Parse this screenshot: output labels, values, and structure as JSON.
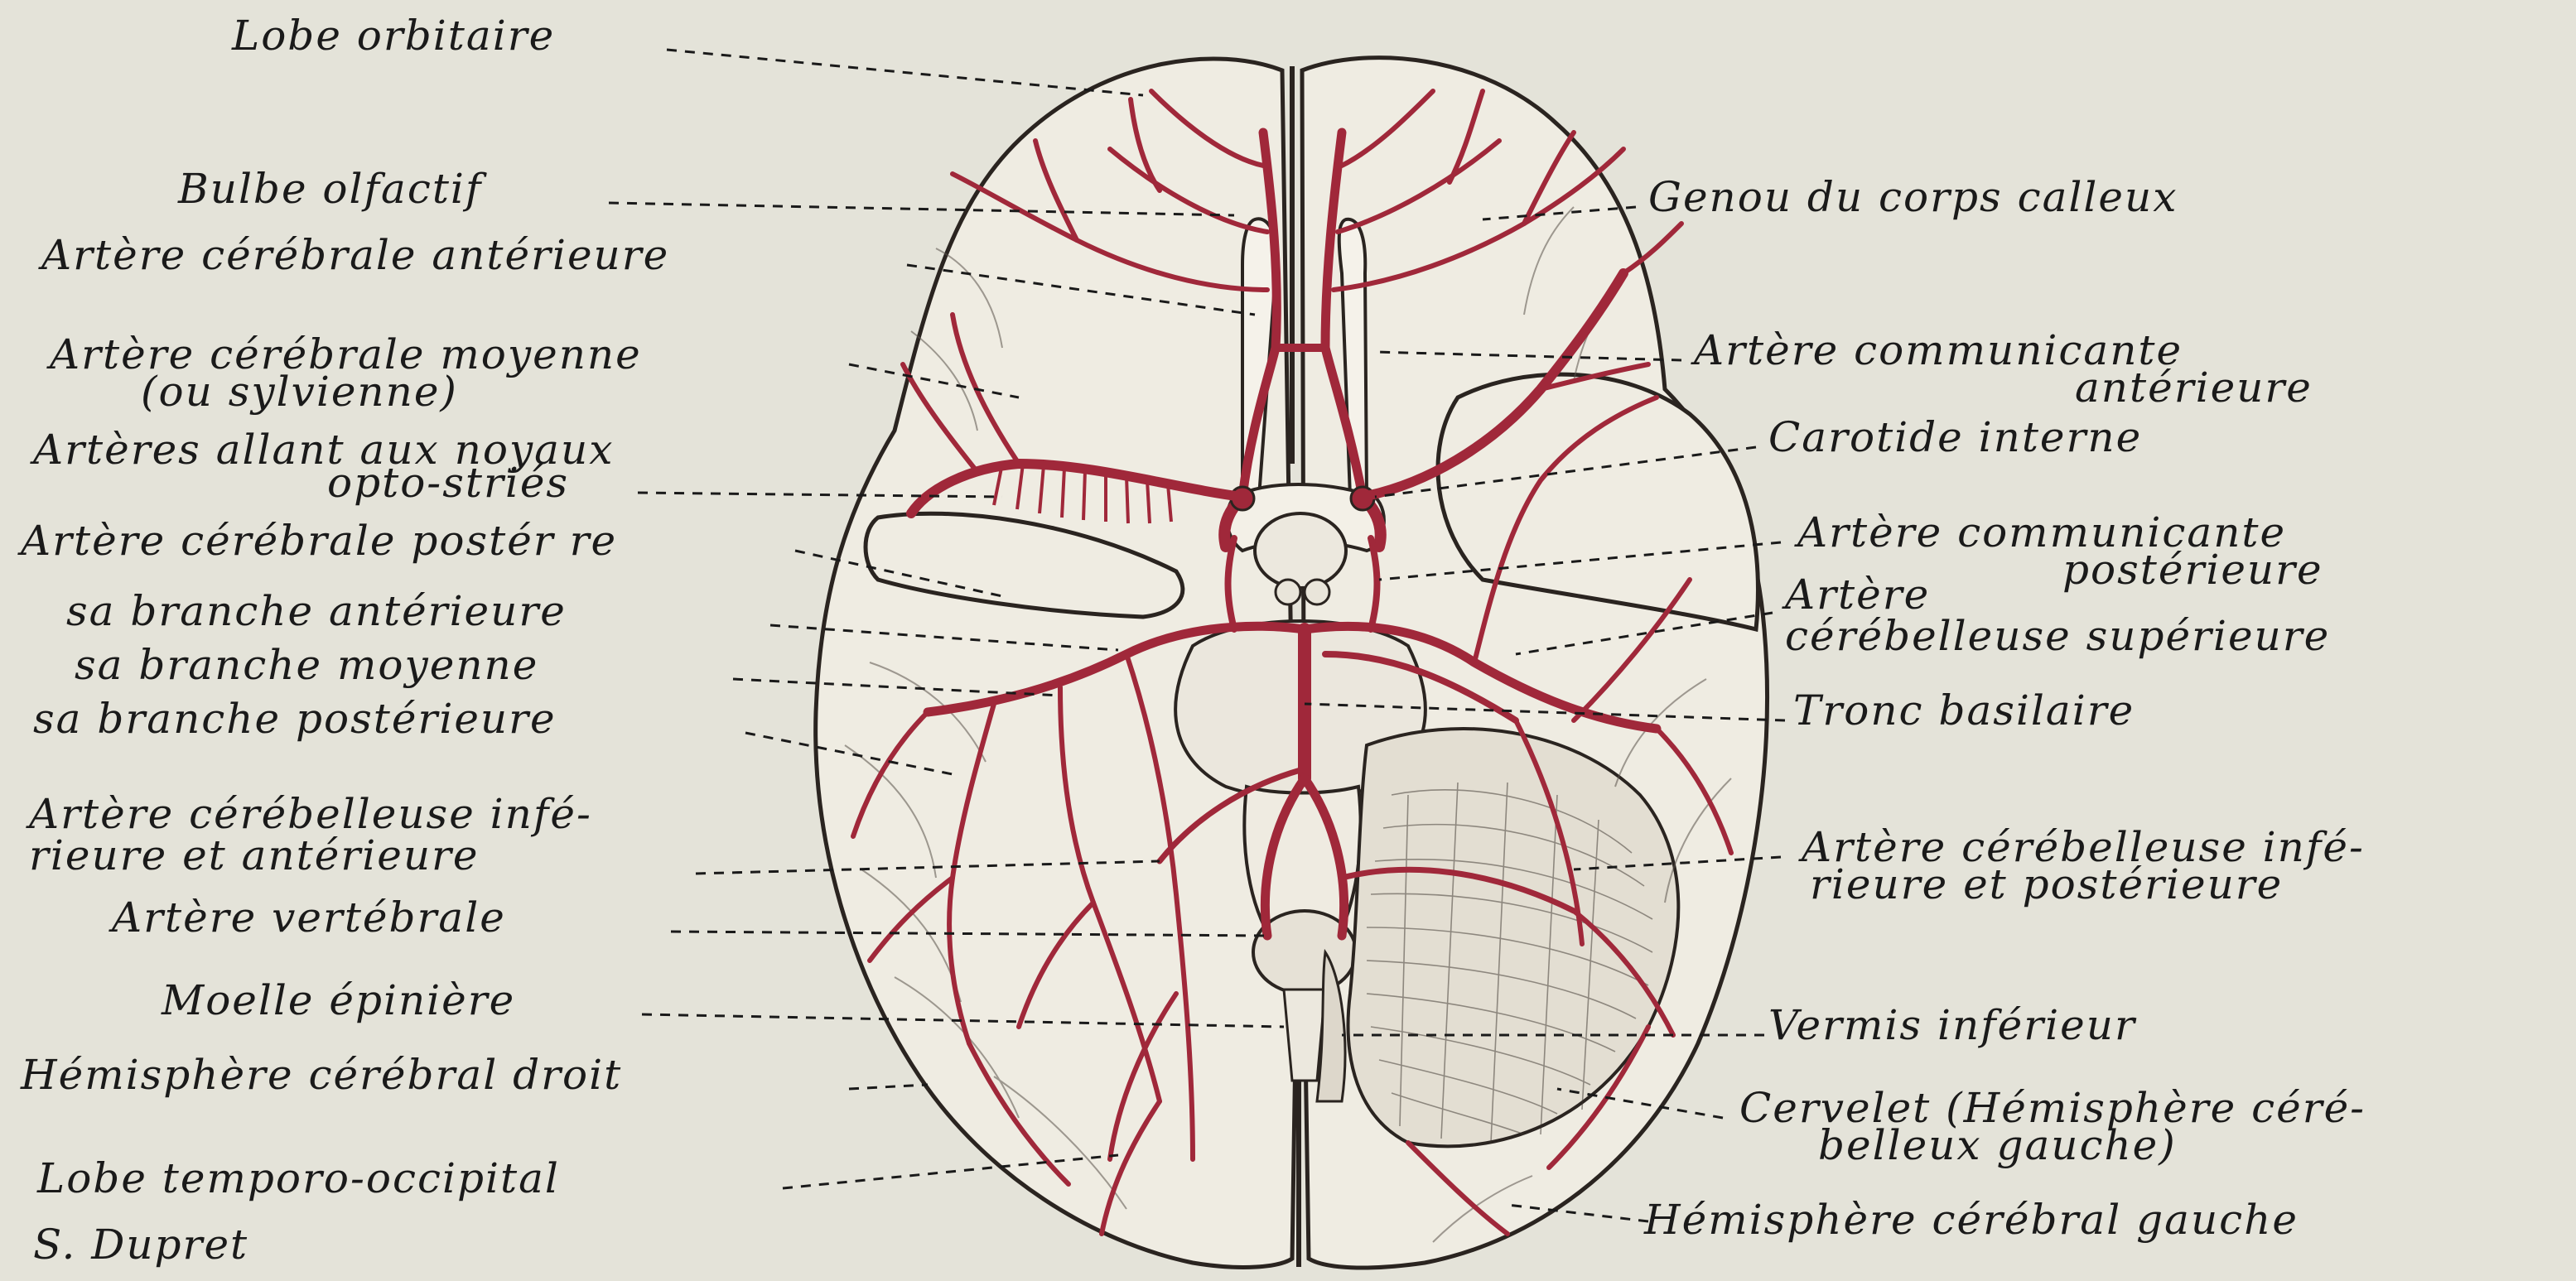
{
  "labels_left": [
    {
      "id": "lobe-orbitaire",
      "text": "Lobe orbitaire"
    },
    {
      "id": "bulbe-olfactif",
      "text": "Bulbe olfactif"
    },
    {
      "id": "artere-cerebrale-anterieure",
      "text": "Artère cérébrale antérieure"
    },
    {
      "id": "artere-cerebrale-moyenne-1",
      "text": "Artère cérébrale moyenne"
    },
    {
      "id": "artere-cerebrale-moyenne-2",
      "text": "(ou sylvienne)"
    },
    {
      "id": "arteres-opto-stries-1",
      "text": "Artères allant aux noyaux"
    },
    {
      "id": "arteres-opto-stries-2",
      "text": "opto-striés"
    },
    {
      "id": "artere-cerebrale-posterieure",
      "text": "Artère cérébrale postér re"
    },
    {
      "id": "branche-anterieure",
      "text": "sa branche antérieure"
    },
    {
      "id": "branche-moyenne",
      "text": "sa branche moyenne"
    },
    {
      "id": "branche-posterieure",
      "text": "sa branche postérieure"
    },
    {
      "id": "cerebelleuse-inf-ant-1",
      "text": "Artère cérébelleuse infé-"
    },
    {
      "id": "cerebelleuse-inf-ant-2",
      "text": "rieure et antérieure"
    },
    {
      "id": "artere-vertebrale",
      "text": "Artère vertébrale"
    },
    {
      "id": "moelle-epiniere",
      "text": "Moelle épinière"
    },
    {
      "id": "hemisphere-droit",
      "text": "Hémisphère cérébral droit"
    },
    {
      "id": "lobe-temporo-occipital",
      "text": "Lobe temporo-occipital"
    }
  ],
  "labels_right": [
    {
      "id": "genou-corps-calleux",
      "text": "Genou du corps calleux"
    },
    {
      "id": "communicante-anterieure-1",
      "text": "Artère communicante"
    },
    {
      "id": "communicante-anterieure-2",
      "text": "antérieure"
    },
    {
      "id": "carotide-interne",
      "text": "Carotide interne"
    },
    {
      "id": "communicante-posterieure-1",
      "text": "Artère communicante"
    },
    {
      "id": "communicante-posterieure-2",
      "text": "postérieure"
    },
    {
      "id": "cerebelleuse-sup-1",
      "text": "Artère"
    },
    {
      "id": "cerebelleuse-sup-2",
      "text": "cérébelleuse supérieure"
    },
    {
      "id": "tronc-basilaire",
      "text": "Tronc basilaire"
    },
    {
      "id": "cerebelleuse-inf-post-1",
      "text": "Artère cérébelleuse infé-"
    },
    {
      "id": "cerebelleuse-inf-post-2",
      "text": "rieure et postérieure"
    },
    {
      "id": "vermis-inferieur",
      "text": "Vermis inférieur"
    },
    {
      "id": "cervelet-1",
      "text": "Cervelet (Hémisphère céré-"
    },
    {
      "id": "cervelet-2",
      "text": "belleux gauche)"
    },
    {
      "id": "hemisphere-gauche",
      "text": "Hémisphère cérébral gauche"
    }
  ],
  "signature": "S. Dupret",
  "colors": {
    "background": "#e4e3d9",
    "brain_fill": "#efece2",
    "ink": "#1a1a1a",
    "artery": "#a0283a"
  }
}
